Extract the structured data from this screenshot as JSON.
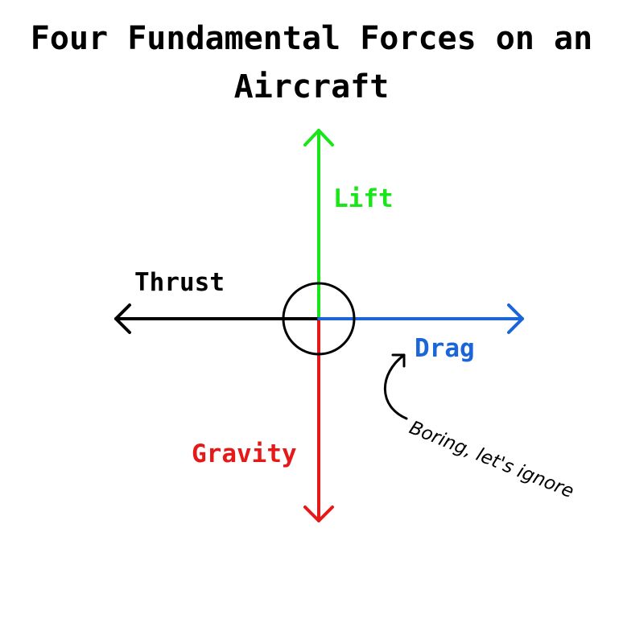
{
  "title": "Four Fundamental Forces on an Aircraft",
  "forces": {
    "lift": {
      "label": "Lift",
      "color": "#19e619"
    },
    "thrust": {
      "label": "Thrust",
      "color": "#000000"
    },
    "drag": {
      "label": "Drag",
      "color": "#1a66d9"
    },
    "gravity": {
      "label": "Gravity",
      "color": "#e61919"
    }
  },
  "annotation": {
    "text": "Boring, let's ignore"
  }
}
